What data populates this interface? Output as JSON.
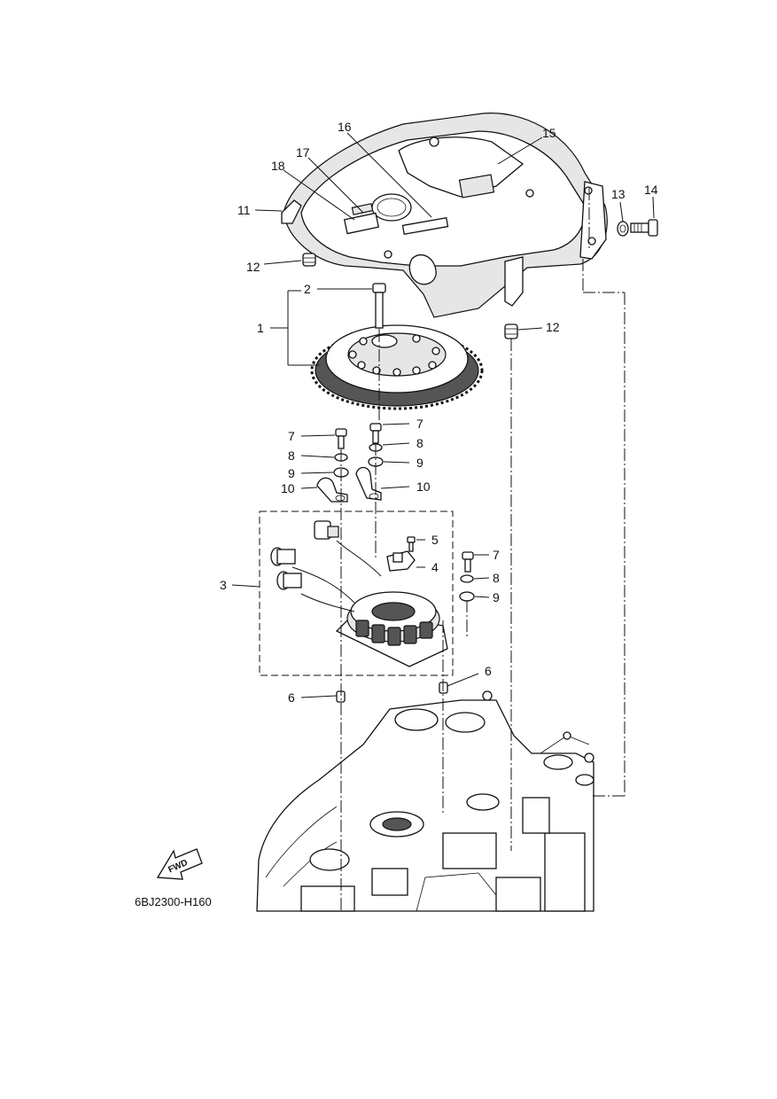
{
  "diagram_code": "6BJ2300-H160",
  "fwd_label": "FWD",
  "callouts": {
    "c1": "1",
    "c2": "2",
    "c3": "3",
    "c4": "4",
    "c5": "5",
    "c6a": "6",
    "c6b": "6",
    "c7a": "7",
    "c7b": "7",
    "c7c": "7",
    "c8a": "8",
    "c8b": "8",
    "c8c": "8",
    "c9a": "9",
    "c9b": "9",
    "c9c": "9",
    "c10a": "10",
    "c10b": "10",
    "c11": "11",
    "c12a": "12",
    "c12b": "12",
    "c13": "13",
    "c14": "14",
    "c15": "15",
    "c16": "16",
    "c17": "17",
    "c18": "18"
  }
}
